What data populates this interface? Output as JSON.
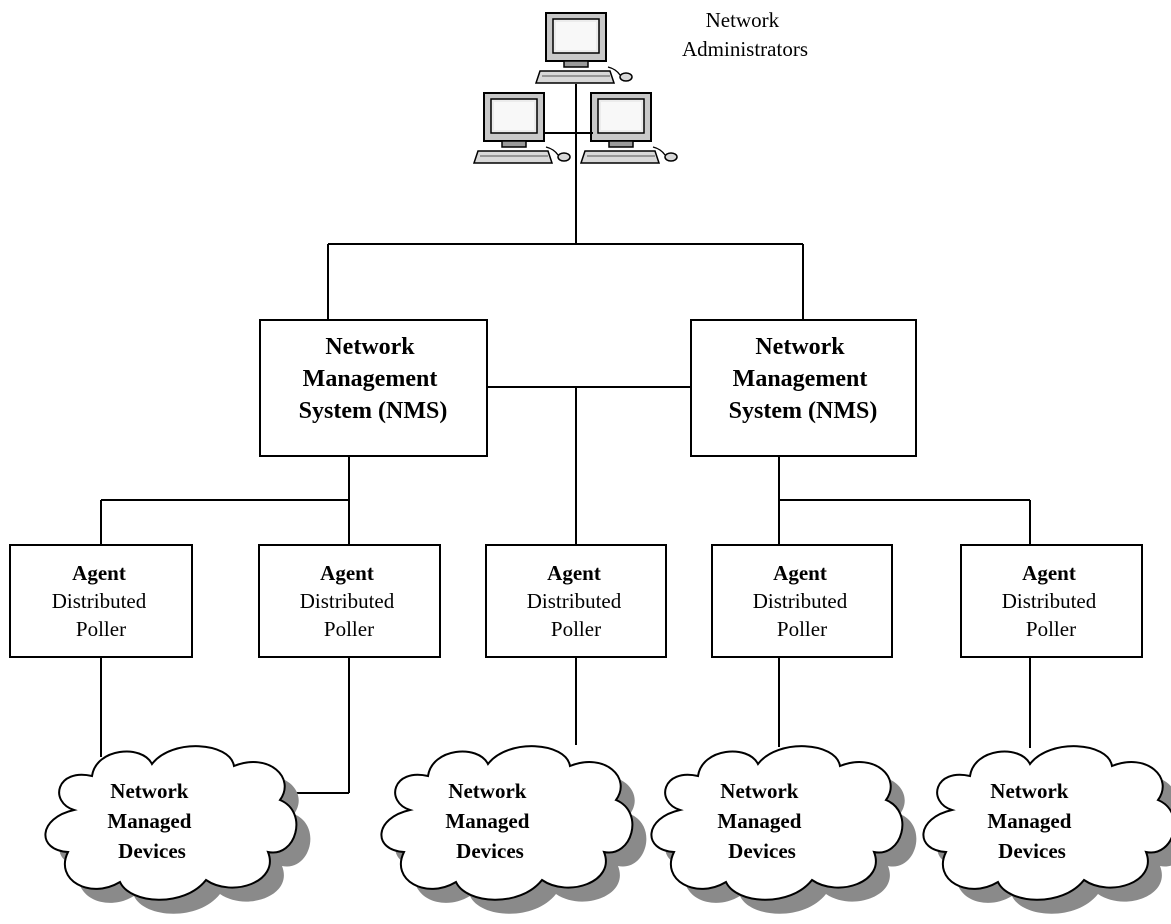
{
  "admin_label": [
    "Network",
    "Administrators"
  ],
  "nms": [
    {
      "lines": [
        "Network",
        "Management",
        "System  (NMS)"
      ]
    },
    {
      "lines": [
        "Network",
        "Management",
        "System (NMS)"
      ]
    }
  ],
  "agents": [
    {
      "title": "Agent",
      "lines": [
        "Distributed",
        "Poller"
      ]
    },
    {
      "title": "Agent",
      "lines": [
        "Distributed",
        "Poller"
      ]
    },
    {
      "title": "Agent",
      "lines": [
        "Distributed",
        "Poller"
      ]
    },
    {
      "title": "Agent",
      "lines": [
        "Distributed",
        "Poller"
      ]
    },
    {
      "title": "Agent",
      "lines": [
        "Distributed",
        "Poller"
      ]
    }
  ],
  "clouds": [
    {
      "lines": [
        "Network",
        "Managed",
        "Devices"
      ]
    },
    {
      "lines": [
        "Network",
        "Managed",
        "Devices"
      ]
    },
    {
      "lines": [
        "Network",
        "Managed",
        "Devices"
      ]
    },
    {
      "lines": [
        "Network",
        "Managed",
        "Devices"
      ]
    }
  ]
}
